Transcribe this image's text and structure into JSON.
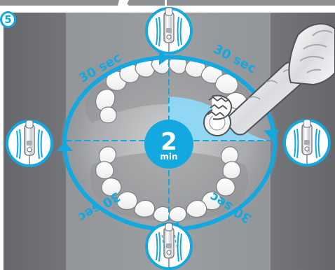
{
  "step_badge": "5",
  "center_badge": {
    "number": "2",
    "unit": "min"
  },
  "quadrant_labels": {
    "top_left": "30 sec",
    "top_right": "30 sec",
    "bottom_right": "30 sec",
    "bottom_left": "30 sec"
  },
  "colors": {
    "accent": "#14a8e0",
    "accent_light": "#8ed8f7",
    "background_gray": "#6f7276",
    "panel_gray": "#9ea1a4"
  },
  "icons": {
    "top_indicator": "toothbrush-head-icon",
    "right_indicator": "toothbrush-head-icon",
    "bottom_indicator": "toothbrush-head-icon",
    "left_indicator": "toothbrush-head-icon",
    "timer_brush": "electric-toothbrush-icon"
  }
}
